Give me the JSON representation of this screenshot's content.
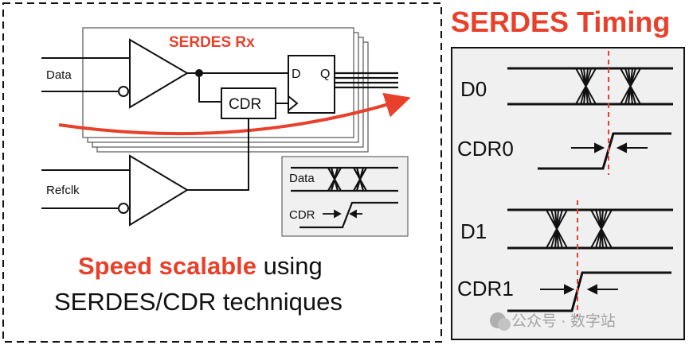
{
  "left_panel": {
    "block_title": "SERDES Rx",
    "input_data_label": "Data",
    "input_refclk_label": "Refclk",
    "cdr_block_label": "CDR",
    "flipflop_d_label": "D",
    "flipflop_q_label": "Q",
    "inset": {
      "data_label": "Data",
      "cdr_label": "CDR"
    },
    "caption": {
      "highlight": "Speed scalable",
      "rest_line1": " using",
      "line2": "SERDES/CDR techniques"
    }
  },
  "right_panel": {
    "title": "SERDES Timing",
    "signals": [
      "D0",
      "CDR0",
      "D1",
      "CDR1"
    ]
  },
  "watermark": {
    "text": "公众号 · 数字站"
  },
  "colors": {
    "accent_red": "#e8402a",
    "ink": "#111111",
    "panel_gray": "#f0f0f0"
  }
}
